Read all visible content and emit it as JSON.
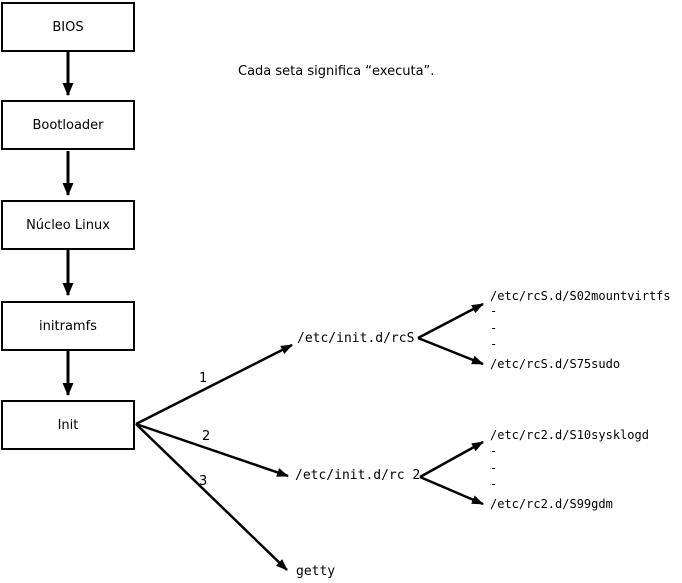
{
  "note": "Cada seta significa “executa”.",
  "boxes": [
    {
      "label": "BIOS"
    },
    {
      "label": "Bootloader"
    },
    {
      "label": "Núcleo Linux"
    },
    {
      "label": "initramfs"
    },
    {
      "label": "Init"
    }
  ],
  "branches": {
    "one": {
      "number": "1",
      "target": "/etc/init.d/rcS",
      "child_first": "/etc/rcS.d/S02mountvirtfs",
      "ellipsis": "-\n-\n-",
      "child_last": "/etc/rcS.d/S75sudo"
    },
    "two": {
      "number": "2",
      "target": "/etc/init.d/rc 2",
      "child_first": "/etc/rc2.d/S10sysklogd",
      "ellipsis": "-\n-\n-",
      "child_last": "/etc/rc2.d/S99gdm"
    },
    "three": {
      "number": "3",
      "target": "getty"
    }
  },
  "colors": {
    "line": "#000000",
    "background": "#ffffff"
  }
}
